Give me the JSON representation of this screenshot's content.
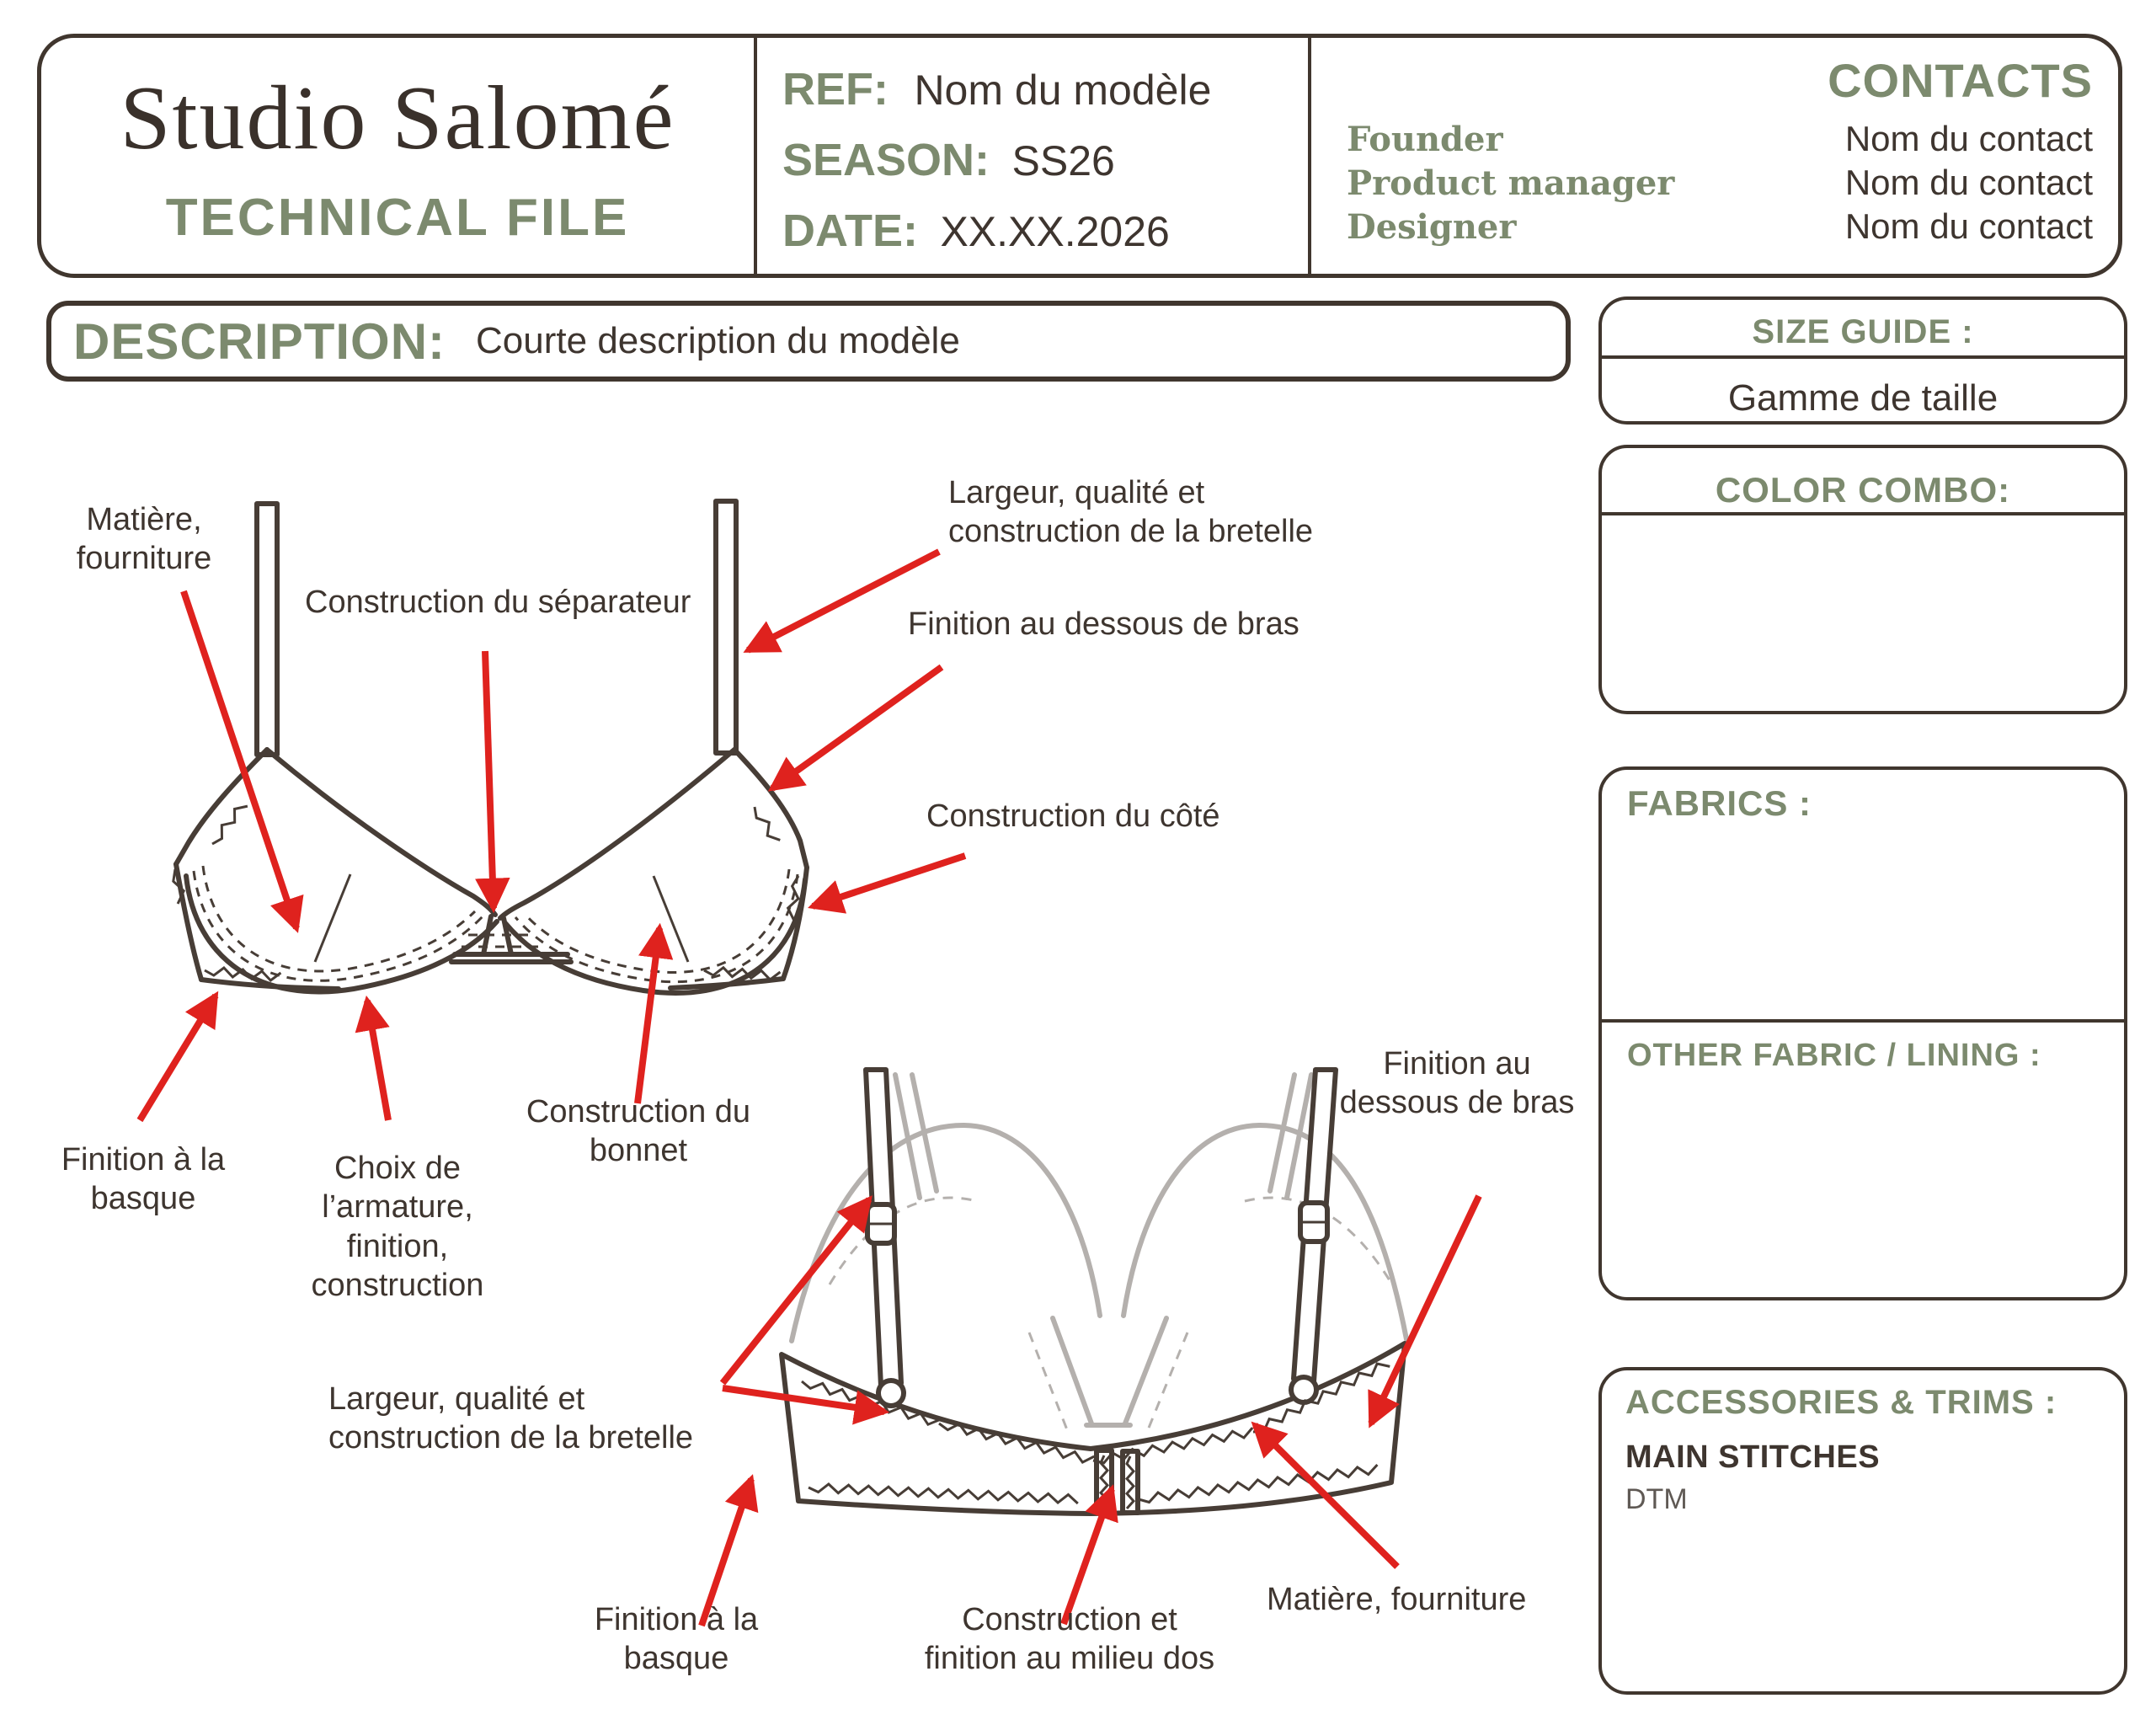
{
  "header": {
    "brand": "Studio Salomé",
    "doc_type": "TECHNICAL FILE",
    "fields": {
      "ref_label": "REF:",
      "ref_value": "Nom du modèle",
      "season_label": "SEASON:",
      "season_value": "SS26",
      "date_label": "DATE:",
      "date_value": "XX.XX.2026"
    },
    "contacts": {
      "title": "CONTACTS",
      "rows": [
        {
          "role": "Founder",
          "name": "Nom du contact"
        },
        {
          "role": "Product manager",
          "name": "Nom du contact"
        },
        {
          "role": "Designer",
          "name": "Nom du contact"
        }
      ]
    }
  },
  "description": {
    "label": "DESCRIPTION:",
    "value": "Courte description du modèle"
  },
  "sidebar": {
    "size_guide": {
      "title": "SIZE GUIDE :",
      "value": "Gamme de taille"
    },
    "color_combo": {
      "title": "COLOR COMBO:"
    },
    "fabrics": {
      "title": "FABRICS :"
    },
    "other_fabric": {
      "title": "OTHER FABRIC / LINING :"
    },
    "accessories": {
      "title": "ACCESSORIES & TRIMS  :",
      "main_stitches": "MAIN STITCHES",
      "dtm": "DTM"
    }
  },
  "annotations": {
    "front": {
      "matiere": "Matière,\nfourniture",
      "separateur": "Construction du séparateur",
      "bretelle": "Largeur, qualité et\nconstruction de la bretelle",
      "dessous_bras": "Finition au dessous de bras",
      "cote": "Construction du côté",
      "basque": "Finition à la\nbasque",
      "armature": "Choix de\nl’armature,\nfinition,\nconstruction",
      "bonnet": "Construction du\nbonnet"
    },
    "back": {
      "dessous_bras": "Finition au\ndessous de bras",
      "bretelle": "Largeur, qualité et\nconstruction de la bretelle",
      "basque": "Finition à la\nbasque",
      "milieu_dos": "Construction et\nfinition au milieu dos",
      "matiere": "Matière, fourniture"
    }
  },
  "colors": {
    "ink": "#3e352f",
    "accent_green": "#7c8a6e",
    "arrow_red": "#df221e",
    "ghost_grey": "#b4b0ad"
  }
}
